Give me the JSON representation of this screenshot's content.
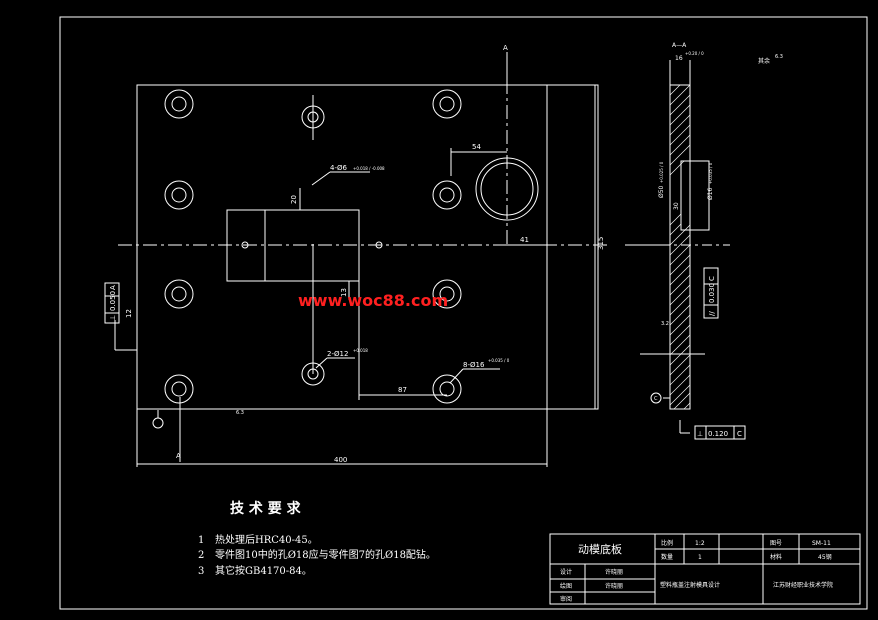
{
  "drawing": {
    "watermark": "www.woc88.com",
    "section_label_top": "A",
    "section_label_bottom": "A",
    "section_view_label": "A—A",
    "roughness_note": "其余",
    "roughness_value_general": "6.3",
    "roughness_value_face": "3.2",
    "datum_label": "C",
    "plan_dims": {
      "width": "400",
      "height": "315",
      "d54": "54",
      "d41": "41",
      "d87": "87",
      "d20": "20",
      "d13": "13",
      "d12": "12",
      "hole1": "4-Ø6",
      "hole1_tol": "+0.018 / -0.008",
      "hole2": "2-Ø12",
      "hole2_tol": "+0.018",
      "hole3": "8-Ø16",
      "hole3_tol": "+0.035 / 0"
    },
    "section_dims": {
      "top_thk": "16",
      "top_tol": "+0.20 / 0",
      "d1": "Ø50",
      "d1_tol": "+0.025 / 0",
      "d2": "Ø16",
      "d2_tol": "+0.035 / 0",
      "d30": "30"
    },
    "tolerance_frames": {
      "left_symbol": "⊥",
      "left_value": "0.050",
      "left_datum": "A",
      "right_symbol": "//",
      "right_value": "0.030",
      "right_datum": "C",
      "bottom_symbol": "⊥",
      "bottom_value": "0.120",
      "bottom_datum": "C"
    }
  },
  "requirements": {
    "heading": "技 术 要 求",
    "items": [
      {
        "num": "1",
        "text": "热处理后HRC40-45。"
      },
      {
        "num": "2",
        "text": "零件图10中的孔Ø18应与零件图7的孔Ø18配钻。"
      },
      {
        "num": "3",
        "text": "其它按GB4170-84。"
      }
    ]
  },
  "title_block": {
    "part_name": "动模底板",
    "scale_label": "比例",
    "scale_value": "1:2",
    "drawing_no_label": "图号",
    "drawing_no_value": "SM-11",
    "qty_label": "数量",
    "qty_value": "1",
    "material_label": "材料",
    "material_value": "45钢",
    "designer_label": "设计",
    "designer_value": "许晓丽",
    "drafter_label": "绘图",
    "drafter_value": "许晓丽",
    "reviewer_label": "审阅",
    "reviewer_value": "",
    "project": "塑料瓶盖注射模具设计",
    "school": "江苏财经职业技术学院"
  }
}
